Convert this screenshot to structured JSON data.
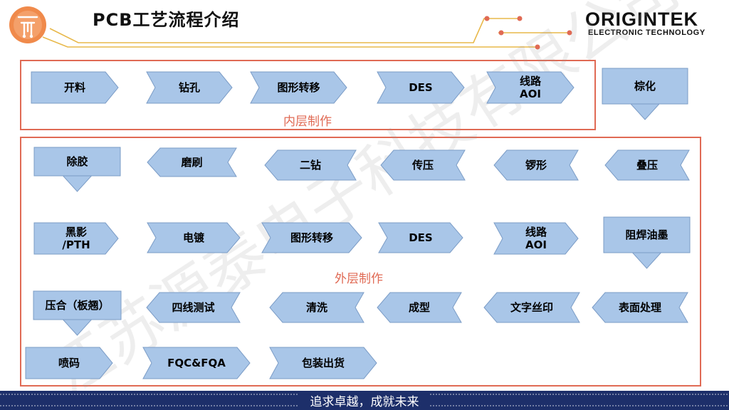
{
  "header": {
    "title": "PCB工艺流程介绍",
    "brand_name": "ORIGINTEK",
    "brand_tagline": "ELECTRONIC TECHNOLOGY"
  },
  "groups": {
    "inner_label": "内层制作",
    "outer_label": "外层制作"
  },
  "steps": [
    {
      "id": "kailiao",
      "lines": [
        "开料"
      ],
      "shape": "right"
    },
    {
      "id": "zuankong",
      "lines": [
        "钻孔"
      ],
      "shape": "right-notch"
    },
    {
      "id": "tuxing1",
      "lines": [
        "图形转移"
      ],
      "shape": "right-notch"
    },
    {
      "id": "des1",
      "lines": [
        "DES"
      ],
      "shape": "right-notch"
    },
    {
      "id": "aoi1",
      "lines": [
        "线路",
        "AOI"
      ],
      "shape": "right-notch"
    },
    {
      "id": "zonghua",
      "lines": [
        "棕化"
      ],
      "shape": "down"
    },
    {
      "id": "diaya",
      "lines": [
        "叠压"
      ],
      "shape": "left-notch"
    },
    {
      "id": "luoxing",
      "lines": [
        "锣形"
      ],
      "shape": "left-notch"
    },
    {
      "id": "chuanya",
      "lines": [
        "传压"
      ],
      "shape": "left-notch"
    },
    {
      "id": "erzuan",
      "lines": [
        "二钻"
      ],
      "shape": "left-notch"
    },
    {
      "id": "moshua",
      "lines": [
        "磨刷"
      ],
      "shape": "left-notch"
    },
    {
      "id": "chujiao",
      "lines": [
        "除胶"
      ],
      "shape": "down"
    },
    {
      "id": "heiying",
      "lines": [
        "黑影",
        "/PTH"
      ],
      "shape": "right"
    },
    {
      "id": "diandu",
      "lines": [
        "电镀"
      ],
      "shape": "right-notch"
    },
    {
      "id": "tuxing2",
      "lines": [
        "图形转移"
      ],
      "shape": "right-notch"
    },
    {
      "id": "des2",
      "lines": [
        "DES"
      ],
      "shape": "right-notch"
    },
    {
      "id": "aoi2",
      "lines": [
        "线路",
        "AOI"
      ],
      "shape": "right-notch"
    },
    {
      "id": "zuhan",
      "lines": [
        "阻焊油墨"
      ],
      "shape": "down"
    },
    {
      "id": "biaomian",
      "lines": [
        "表面处理"
      ],
      "shape": "left-notch"
    },
    {
      "id": "wenzi",
      "lines": [
        "文字丝印"
      ],
      "shape": "left-notch"
    },
    {
      "id": "chengxing",
      "lines": [
        "成型"
      ],
      "shape": "left-notch"
    },
    {
      "id": "qingxi",
      "lines": [
        "清洗"
      ],
      "shape": "left-notch"
    },
    {
      "id": "sixian",
      "lines": [
        "四线测试"
      ],
      "shape": "left-notch"
    },
    {
      "id": "yahe",
      "lines": [
        "压合（板翘）"
      ],
      "shape": "down"
    },
    {
      "id": "penma",
      "lines": [
        "喷码"
      ],
      "shape": "right"
    },
    {
      "id": "fqc",
      "lines": [
        "FQC&FQA"
      ],
      "shape": "right-notch"
    },
    {
      "id": "baozhuang",
      "lines": [
        "包装出货"
      ],
      "shape": "right-notch"
    }
  ],
  "watermark": "江苏源泰电子科技有限公司",
  "footer": "追求卓越，成就未来",
  "colors": {
    "step_fill": "#a9c6e8",
    "step_stroke": "#7b9cc6",
    "group_border": "#e06a54",
    "footer_band": "#1d2f6a",
    "accent_line": "#e8b84a"
  }
}
